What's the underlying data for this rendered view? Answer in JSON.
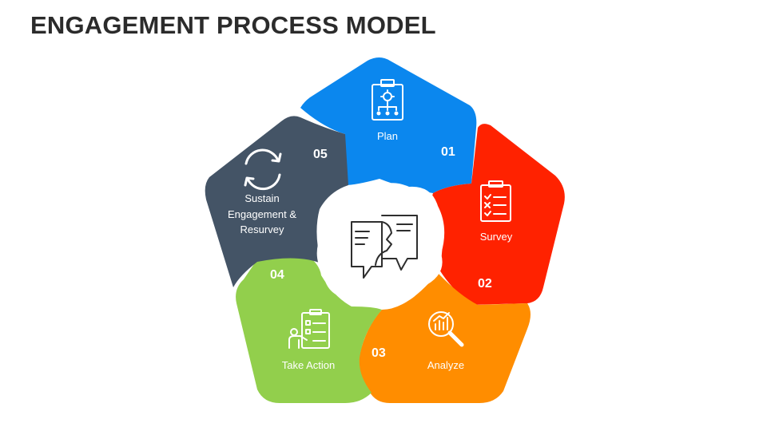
{
  "title": "ENGAGEMENT PROCESS MODEL",
  "segments": [
    {
      "number": "01",
      "label": "Plan",
      "color": "#0b87ee",
      "icon": "plan-clipboard-icon"
    },
    {
      "number": "02",
      "label": "Survey",
      "color": "#ff2200",
      "icon": "checklist-icon"
    },
    {
      "number": "03",
      "label": "Analyze",
      "color": "#ff8d00",
      "icon": "magnifier-chart-icon"
    },
    {
      "number": "04",
      "label": "Take Action",
      "color": "#92cf4c",
      "icon": "person-board-icon"
    },
    {
      "number": "05",
      "label_lines": [
        "Sustain",
        "Engagement &",
        "Resurvey"
      ],
      "color": "#445466",
      "icon": "refresh-arrows-icon"
    }
  ],
  "center_icon": "profile-chat-bubbles-icon"
}
